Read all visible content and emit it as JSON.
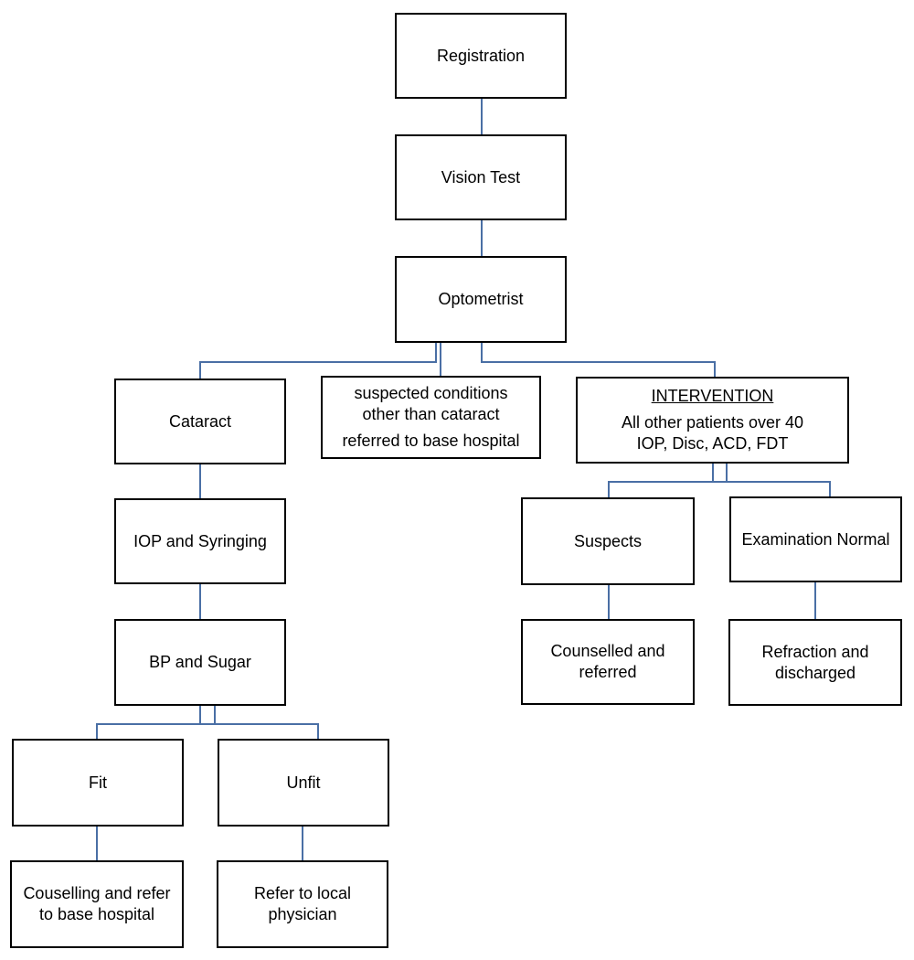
{
  "flowchart": {
    "registration": "Registration",
    "vision_test": "Vision Test",
    "optometrist": "Optometrist",
    "cataract": "Cataract",
    "suspected": {
      "line1": "suspected conditions",
      "line2": "other than cataract",
      "line3": "referred to base hospital"
    },
    "intervention": {
      "heading": "INTERVENTION",
      "line1": "All other patients over 40",
      "line2": "IOP, Disc, ACD, FDT"
    },
    "iop_syringing": "IOP and Syringing",
    "bp_sugar": "BP and Sugar",
    "fit": "Fit",
    "unfit": "Unfit",
    "couselling": {
      "line1": "Couselling and refer",
      "line2": "to base hospital"
    },
    "refer_physician": {
      "line1": "Refer to local",
      "line2": "physician"
    },
    "suspects": "Suspects",
    "exam_normal": "Examination Normal",
    "counselled": {
      "line1": "Counselled and",
      "line2": "referred"
    },
    "refraction": {
      "line1": "Refraction and",
      "line2": "discharged"
    }
  },
  "colors": {
    "connector": "#4a6fa5",
    "box_border": "#000000"
  }
}
